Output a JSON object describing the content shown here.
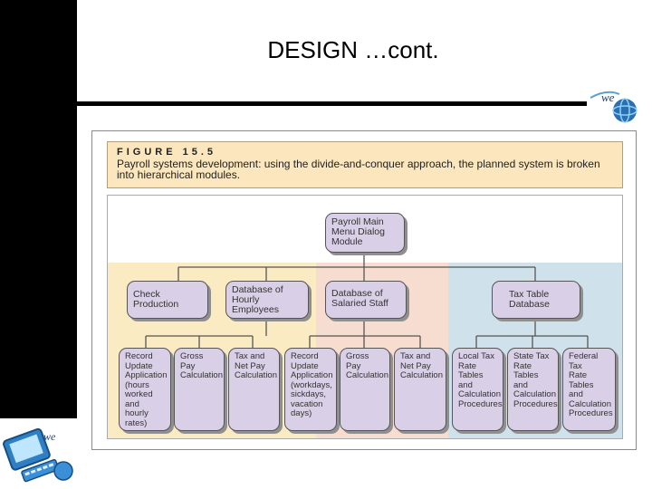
{
  "slide": {
    "title": "DESIGN …cont."
  },
  "figure": {
    "label": "FIGURE 15.5",
    "caption": "Payroll systems development: using the divide-and-conquer approach, the planned system is broken into hierarchical modules."
  },
  "nodes": {
    "top": "Payroll Main\nMenu Dialog\nModule",
    "check_production": "Check\nProduction",
    "hourly_db": "Database of\nHourly\nEmployees",
    "salaried_db": "Database of\nSalaried Staff",
    "tax_table_db": "Tax Table\nDatabase",
    "leaf_record_hourly": "Record\nUpdate\nApplication\n(hours\nworked\nand hourly\nrates)",
    "leaf_gross_1": "Gross\nPay\nCalculation",
    "leaf_tax_1": "Tax and\nNet Pay\nCalculation",
    "leaf_record_salaried": "Record\nUpdate\nApplication\n(workdays,\nsickdays,\nvacation\ndays)",
    "leaf_gross_2": "Gross\nPay\nCalculation",
    "leaf_tax_2": "Tax and\nNet Pay\nCalculation",
    "leaf_local_tax": "Local Tax\nRate Tables\nand\nCalculation\nProcedures",
    "leaf_state_tax": "State Tax\nRate Tables\nand\nCalculation\nProcedures",
    "leaf_federal_tax": "Federal Tax\nRate Tables\nand\nCalculation\nProcedures"
  },
  "logo_text": "we",
  "colors": {
    "caption_bg": "#fbe6bd",
    "band_yellow": "#fbebc2",
    "band_pink": "#f7dcd0",
    "band_blue": "#cfe1eb",
    "node_fill": "#d9cfe6"
  }
}
